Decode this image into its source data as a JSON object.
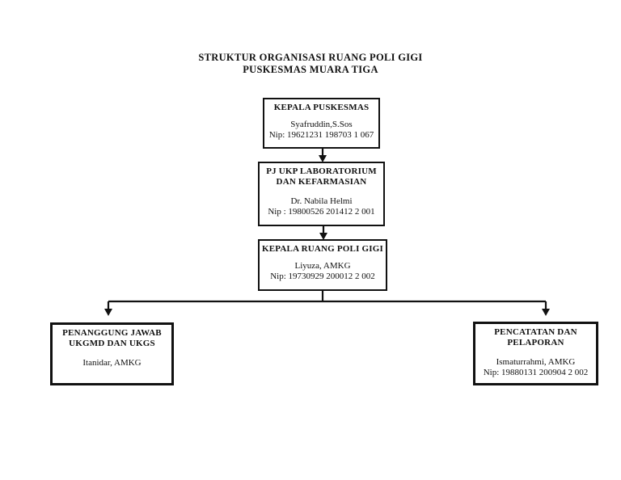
{
  "page": {
    "title_line1": "STRUKTUR ORGANISASI RUANG POLI GIGI",
    "title_line2": "PUSKESMAS MUARA TIGA"
  },
  "nodes": {
    "kepala_puskesmas": {
      "title": "KEPALA PUSKESMAS",
      "name": "Syafruddin,S.Sos",
      "nip": "Nip: 19621231 198703 1 067"
    },
    "pj_ukp": {
      "title_line1": "PJ UKP LABORATORIUM",
      "title_line2": "DAN KEFARMASIAN",
      "name": "Dr. Nabila Helmi",
      "nip": "Nip : 19800526 201412 2 001"
    },
    "kepala_ruang": {
      "title": "KEPALA RUANG POLI GIGI",
      "name": "Liyuza, AMKG",
      "nip": "Nip: 19730929 200012 2 002"
    },
    "ukgmd": {
      "title_line1": "PENANGGUNG JAWAB",
      "title_line2": "UKGMD DAN UKGS",
      "name": "Itanidar, AMKG"
    },
    "pencatatan": {
      "title_line1": "PENCATATAN DAN",
      "title_line2": "PELAPORAN",
      "name": "Ismaturrahmi, AMKG",
      "nip": "Nip: 19880131 200904 2 002"
    }
  },
  "colors": {
    "ink": "#111111",
    "background": "#ffffff"
  }
}
